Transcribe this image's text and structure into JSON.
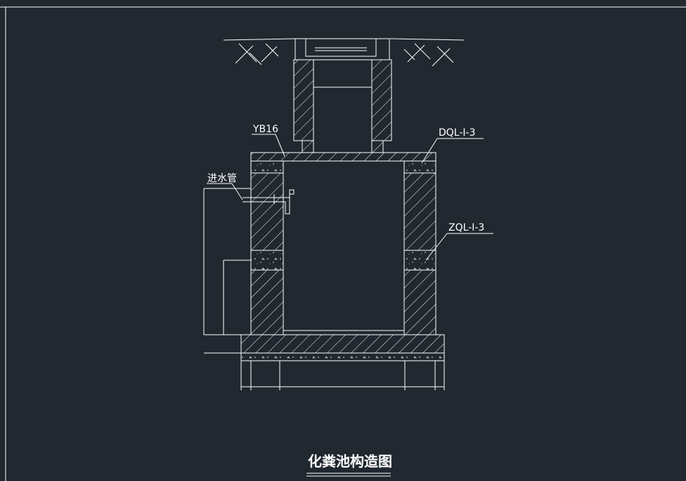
{
  "drawing": {
    "title": "化粪池构造图",
    "labels": {
      "cover_slab": "YB16",
      "top_ring_beam": "DQL-I-3",
      "middle_ring_beam": "ZQL-I-3",
      "inlet_pipe": "进水管"
    }
  },
  "colors": {
    "background": "#212830",
    "lines": "#ffffff"
  }
}
